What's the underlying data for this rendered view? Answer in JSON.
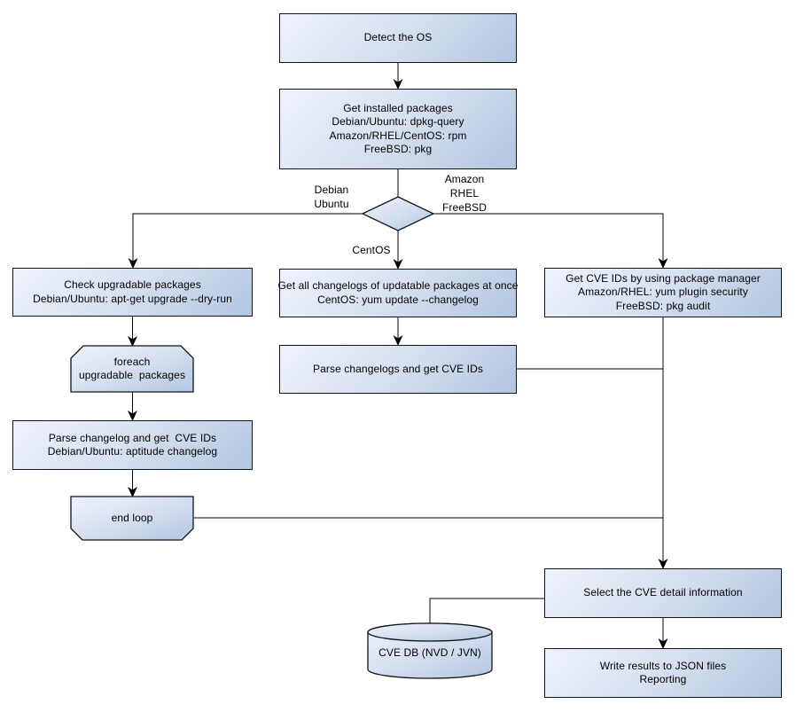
{
  "nodes": {
    "detect_os": "Detect the OS",
    "get_installed_packages": "Get installed packages\nDebian/Ubuntu: dpkg-query\nAmazon/RHEL/CentOS: rpm\nFreeBSD: pkg",
    "check_upgradable": "Check upgradable packages\nDebian/Ubuntu: apt-get upgrade --dry-run",
    "foreach_loop": "foreach\nupgradable  packages",
    "parse_changelog_debian": "Parse changelog and get  CVE IDs\nDebian/Ubuntu: aptitude changelog",
    "end_loop": "end loop",
    "get_changelogs_centos": "Get all changelogs of updatable packages at once\nCentOS: yum update --changelog",
    "parse_changelogs_centos": "Parse changelogs and get CVE IDs",
    "get_cve_ids_pkg_manager": "Get CVE IDs by using package manager\nAmazon/RHEL: yum plugin security\nFreeBSD: pkg audit",
    "select_cve_detail": "Select the CVE detail information",
    "write_results": "Write results to JSON files\nReporting",
    "cve_db": "CVE DB (NVD / JVN)"
  },
  "edge_labels": {
    "debian_ubuntu": "Debian\nUbuntu",
    "centos": "CentOS",
    "amazon_rhel_freebsd": "Amazon\nRHEL\nFreeBSD"
  },
  "colors": {
    "node_fill_light": "#eef2fb",
    "node_fill_dark": "#b3c6e0",
    "node_border": "#10151d",
    "connector": "#000000",
    "text": "#000000",
    "canvas_background": "#ffffff"
  }
}
